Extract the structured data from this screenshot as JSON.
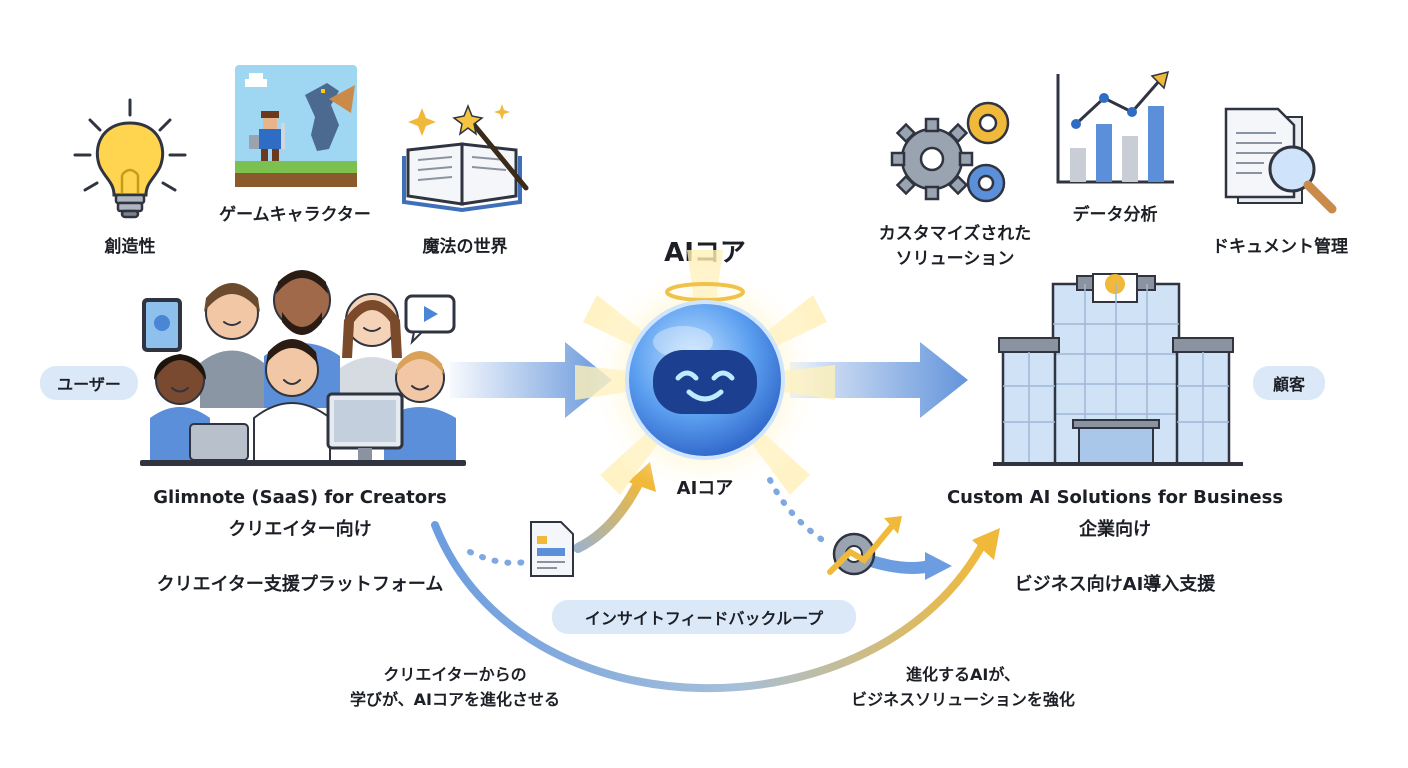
{
  "core": {
    "title": "AIコア",
    "sub_label": "AIコア"
  },
  "left": {
    "icons": [
      {
        "label": "創造性",
        "icon": "lightbulb-icon"
      },
      {
        "label": "ゲームキャラクター",
        "icon": "pixel-game-icon"
      },
      {
        "label": "魔法の世界",
        "icon": "magic-book-icon"
      }
    ],
    "pill": "ユーザー",
    "title_en": "Glimnote (SaaS) for Creators",
    "title_ja": "クリエイター向け",
    "tagline": "クリエイター支援プラットフォーム"
  },
  "right": {
    "icons": [
      {
        "label_lines": [
          "カスタマイズされた",
          "ソリューション"
        ],
        "icon": "gears-icon"
      },
      {
        "label_lines": [
          "データ分析"
        ],
        "icon": "bar-chart-icon"
      },
      {
        "label_lines": [
          "ドキュメント管理"
        ],
        "icon": "document-search-icon"
      }
    ],
    "pill": "顧客",
    "title_en": "Custom AI Solutions for Business",
    "title_ja": "企業向け",
    "tagline": "ビジネス向けAI導入支援"
  },
  "loop": {
    "pill": "インサイトフィードバックループ",
    "left_note": [
      "クリエイターからの",
      "学びが、AIコアを進化させる"
    ],
    "right_note": [
      "進化するAIが、",
      "ビジネスソリューションを強化"
    ]
  },
  "colors": {
    "arrow_blue": "#5b8fd9",
    "pill_bg": "#dbe8f8",
    "gold": "#f0b93a",
    "orb_blue": "#3f7fe0"
  }
}
